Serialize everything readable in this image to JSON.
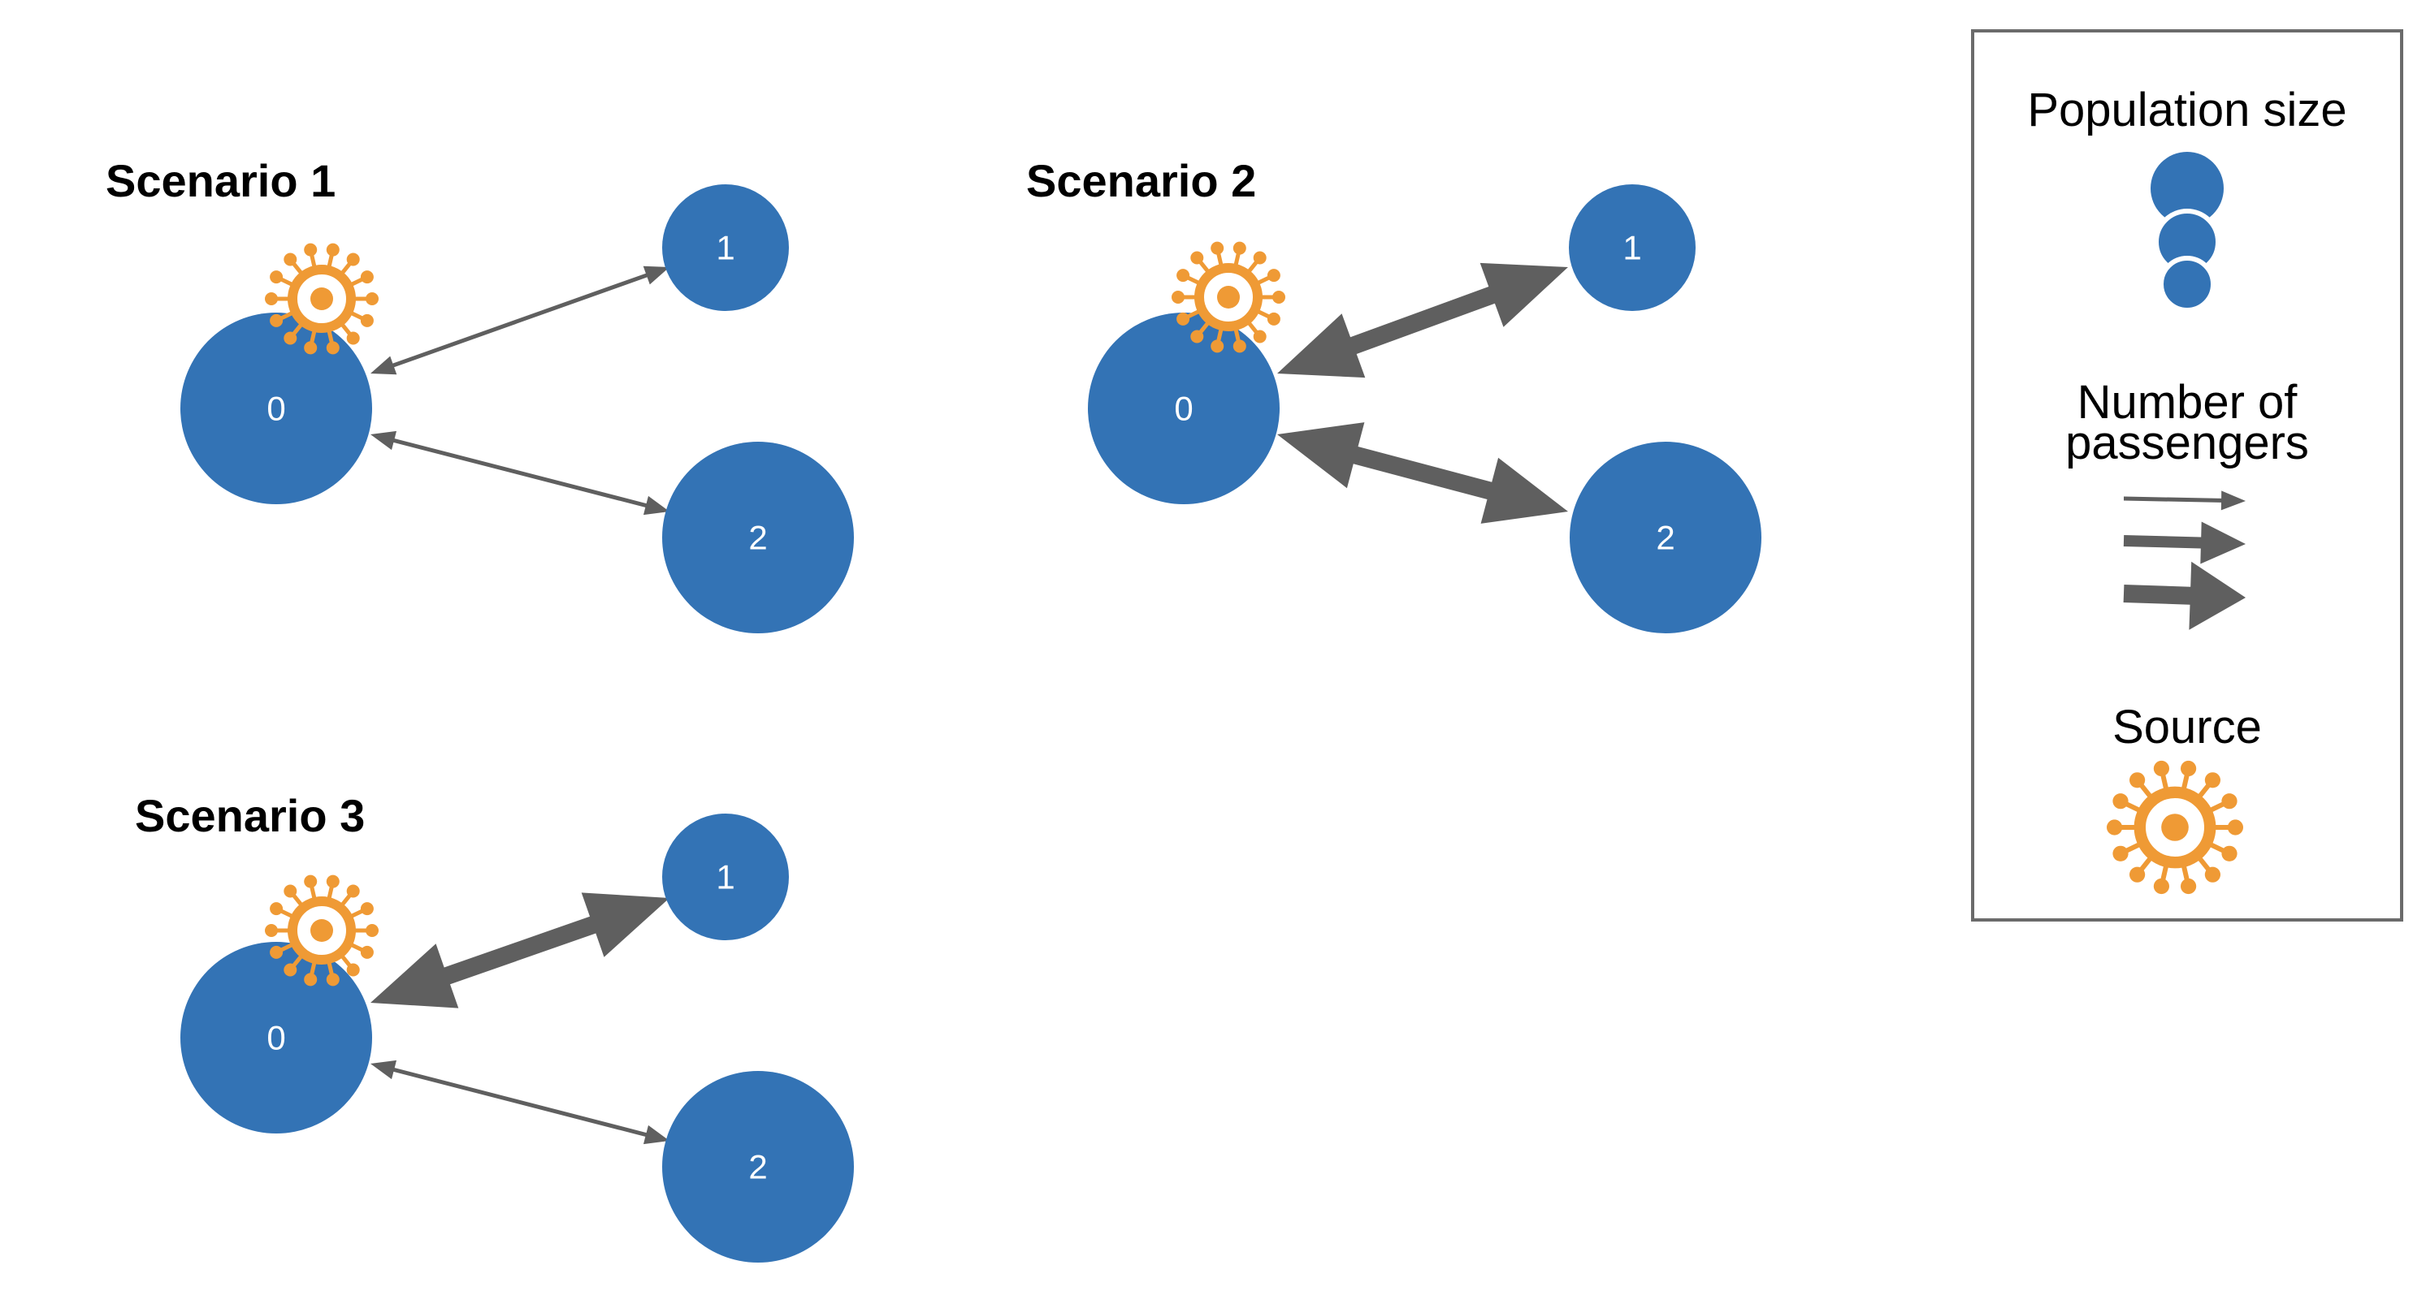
{
  "colors": {
    "node": "#3373b5",
    "node_ring": "#ffffff",
    "arrow": "#5f5f5f",
    "virus": "#ef9a35",
    "legend_border": "#6b6b6b",
    "text": "#000000"
  },
  "scenarios": [
    {
      "title": "Scenario 1",
      "nodes": [
        {
          "label": "0",
          "population": "large",
          "source": true
        },
        {
          "label": "1",
          "population": "small",
          "source": false
        },
        {
          "label": "2",
          "population": "large",
          "source": false
        }
      ],
      "links": [
        {
          "from": "0",
          "to": "1",
          "passengers": "low"
        },
        {
          "from": "0",
          "to": "2",
          "passengers": "low"
        }
      ]
    },
    {
      "title": "Scenario 2",
      "nodes": [
        {
          "label": "0",
          "population": "large",
          "source": true
        },
        {
          "label": "1",
          "population": "small",
          "source": false
        },
        {
          "label": "2",
          "population": "large",
          "source": false
        }
      ],
      "links": [
        {
          "from": "0",
          "to": "1",
          "passengers": "high"
        },
        {
          "from": "0",
          "to": "2",
          "passengers": "high"
        }
      ]
    },
    {
      "title": "Scenario 3",
      "nodes": [
        {
          "label": "0",
          "population": "large",
          "source": true
        },
        {
          "label": "1",
          "population": "small",
          "source": false
        },
        {
          "label": "2",
          "population": "large",
          "source": false
        }
      ],
      "links": [
        {
          "from": "0",
          "to": "1",
          "passengers": "high"
        },
        {
          "from": "0",
          "to": "2",
          "passengers": "low"
        }
      ]
    }
  ],
  "legend": {
    "population_title": "Population size",
    "passengers_title_line1": "Number of",
    "passengers_title_line2": "passengers",
    "source_title": "Source",
    "icons": [
      "population-size-icon",
      "passenger-arrows-icon",
      "virus-icon"
    ]
  }
}
